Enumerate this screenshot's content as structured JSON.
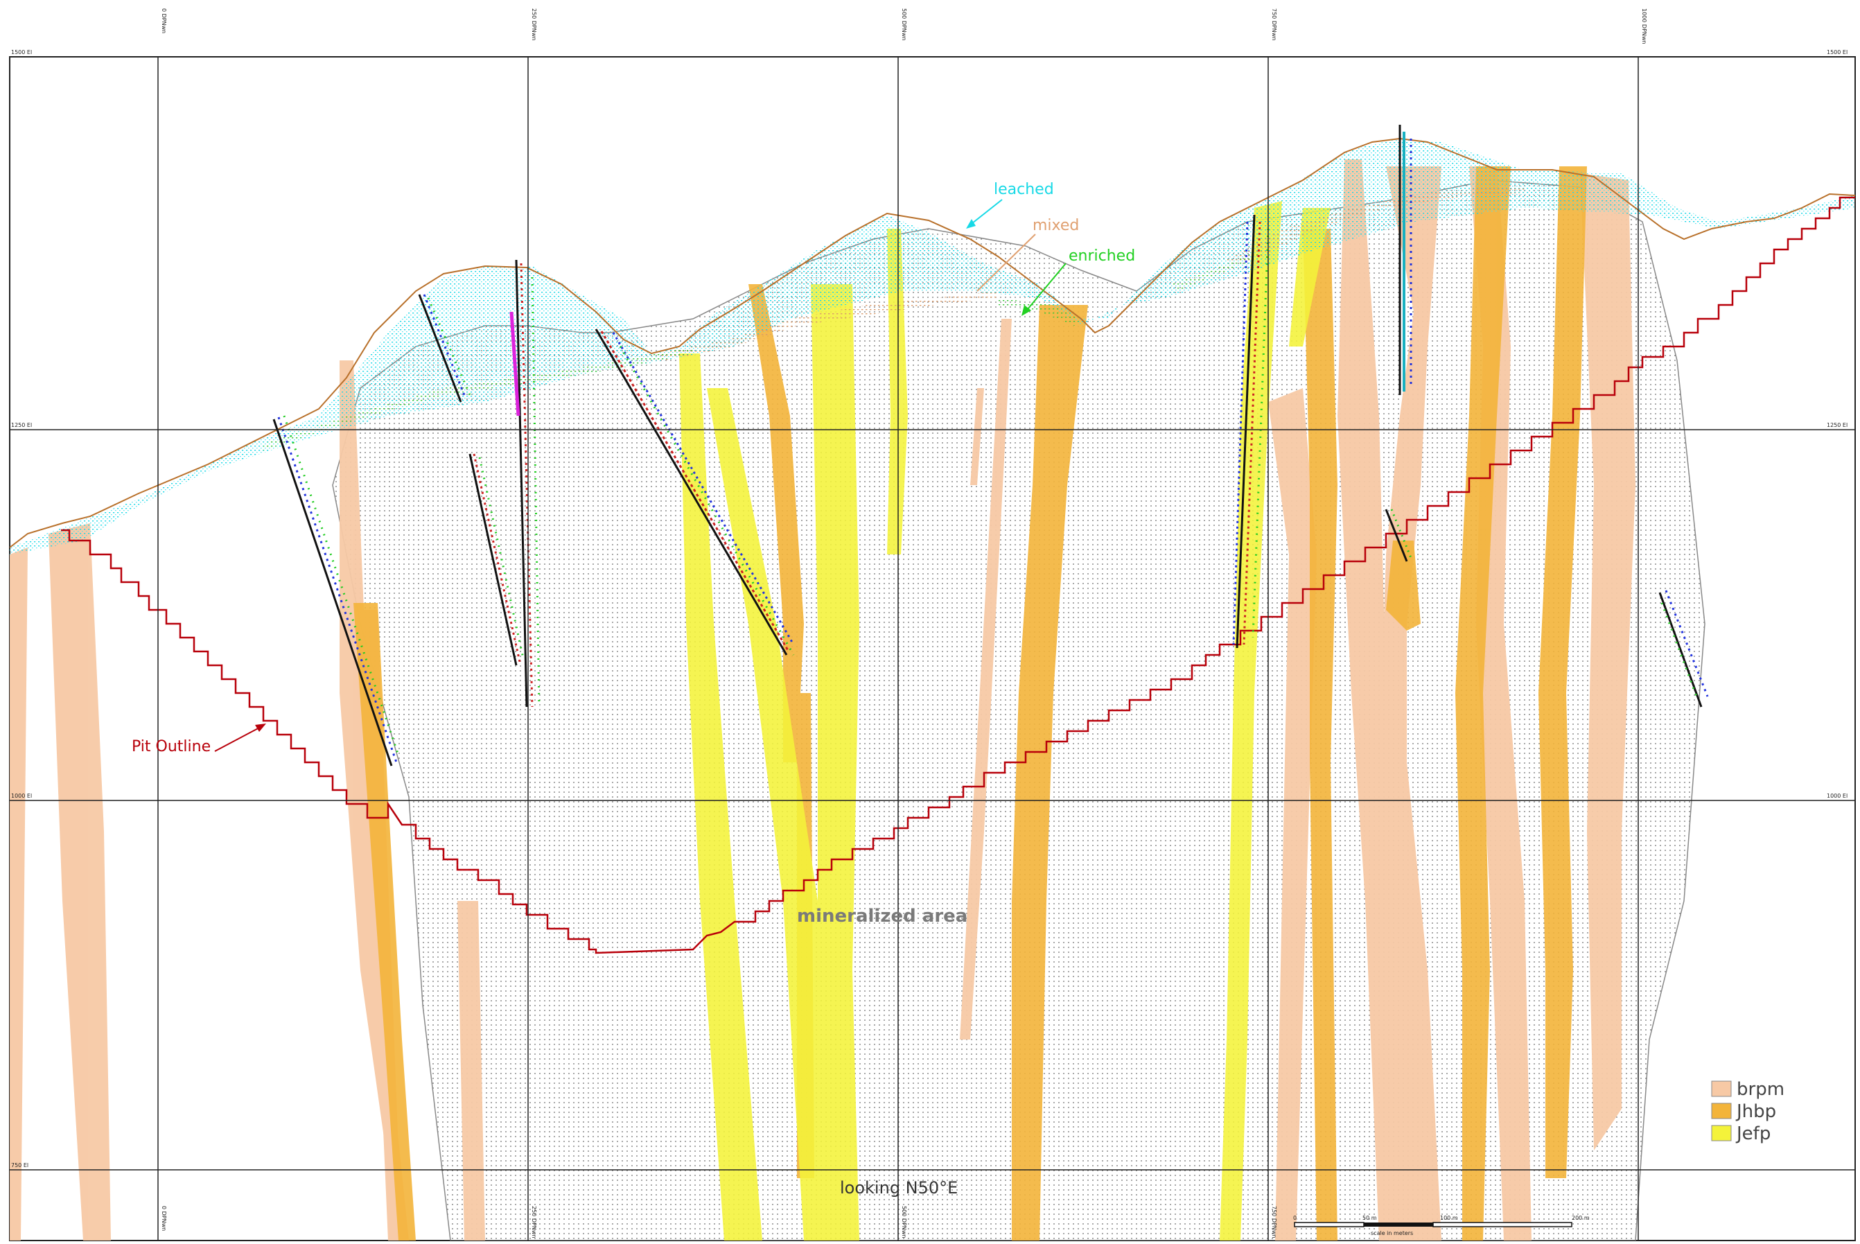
{
  "section": {
    "grid_x_labels": [
      "0 DPNwn",
      "250 DPNwn",
      "500 DPNwn",
      "750 DPNwn",
      "1000 DPNwn"
    ],
    "grid_y_labels": [
      "1500 El",
      "1250 El",
      "1000 El",
      "750 El"
    ],
    "zones": {
      "leached": "leached",
      "mixed": "mixed",
      "enriched": "enriched"
    },
    "pit_outline_label": "Pit Outline",
    "mineralized_label": "mineralized area",
    "view_direction": "looking N50°E",
    "scale": {
      "ticks": [
        "0",
        "50 m",
        "100 m",
        "200 m"
      ],
      "caption": "scale in meters"
    },
    "colors": {
      "brpm": "#f7c9a5",
      "jhbp": "#f3b43a",
      "jefp": "#f4f33a",
      "leached": "#17d9e6",
      "mixed": "#e0a070",
      "enriched": "#22d022",
      "pit": "#b8000a",
      "topo": "#b8702a"
    }
  },
  "legend": {
    "items": [
      {
        "label": "brpm",
        "color": "#f7c9a5"
      },
      {
        "label": "Jhbp",
        "color": "#f3b43a"
      },
      {
        "label": "Jefp",
        "color": "#f4f33a"
      }
    ]
  }
}
